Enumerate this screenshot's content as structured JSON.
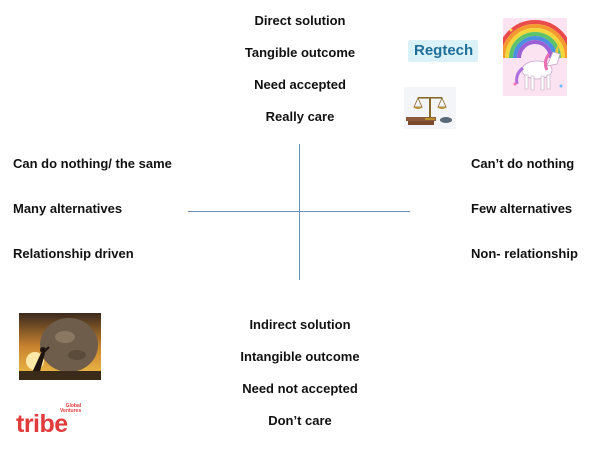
{
  "top": [
    "Direct solution",
    "Tangible outcome",
    "Need accepted",
    "Really care"
  ],
  "bottom": [
    "Indirect solution",
    "Intangible outcome",
    "Need not accepted",
    "Don’t care"
  ],
  "left": [
    "Can do nothing/ the same",
    "Many alternatives",
    "Relationship driven"
  ],
  "right": [
    "Can’t do nothing",
    "Few alternatives",
    "Non- relationship"
  ],
  "logos": {
    "regtech": "Regtech",
    "regtech_sub": "...",
    "tribe": "tribe",
    "tribe_sub_1": "Global",
    "tribe_sub_2": "Ventures"
  },
  "images": [
    "unicorn-rainbow-image",
    "justice-scales-image",
    "boulder-push-image"
  ]
}
